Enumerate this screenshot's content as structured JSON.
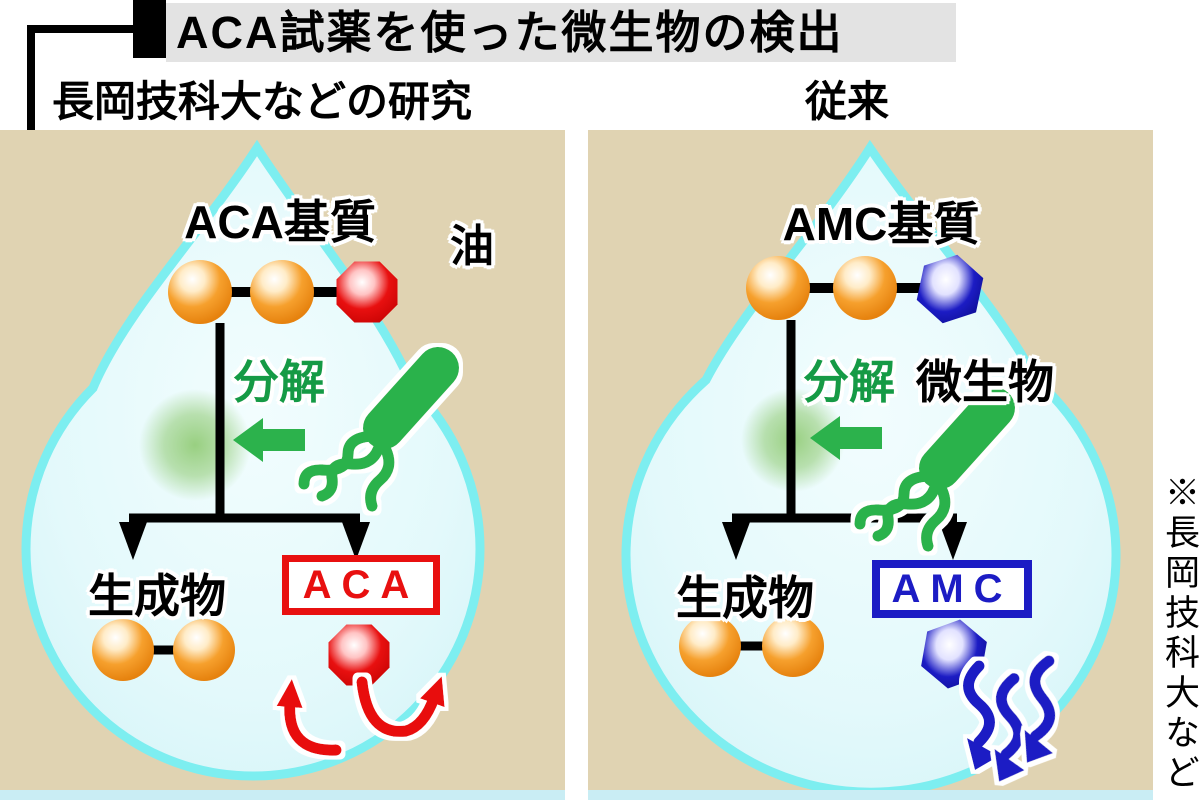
{
  "header": {
    "title": "ACA試薬を使った微生物の検出",
    "left_subtitle": "長岡技科大などの研究",
    "right_subtitle": "従来"
  },
  "left_panel": {
    "substrate_label": "ACA基質",
    "oil_label": "油",
    "decompose_label": "分解",
    "product_label": "生成物",
    "reagent_label": "ACA"
  },
  "right_panel": {
    "substrate_label": "AMC基質",
    "decompose_label": "分解",
    "microbe_label": "微生物",
    "product_label": "生成物",
    "reagent_label": "AMC"
  },
  "footnote": "※長岡技科大など",
  "icons": {
    "microbe-icon": "green rod bacterium with flagella",
    "oil-droplet-icon": "pale cyan teardrop",
    "chain-unit-icon": "orange sphere",
    "aca-unit-icon": "red octagon",
    "amc-unit-icon": "blue hexagon",
    "release-arrows-icon": "red curved arrows",
    "escape-arrows-icon": "blue wavy arrows",
    "decompose-arrow-icon": "green left arrow",
    "branch-arrows-icon": "black forked arrows"
  },
  "colors": {
    "tan": "#e0d3b2",
    "strip": "#c9edf4",
    "title_bg": "#e3e3e3",
    "droplet_fill": "#e3f9fb",
    "droplet_edge": "#7deef0",
    "green": "#2cb24c",
    "green_dark": "#159a45",
    "orange": "#f6a02d",
    "red": "#e81010",
    "blue": "#1c1cc4"
  }
}
